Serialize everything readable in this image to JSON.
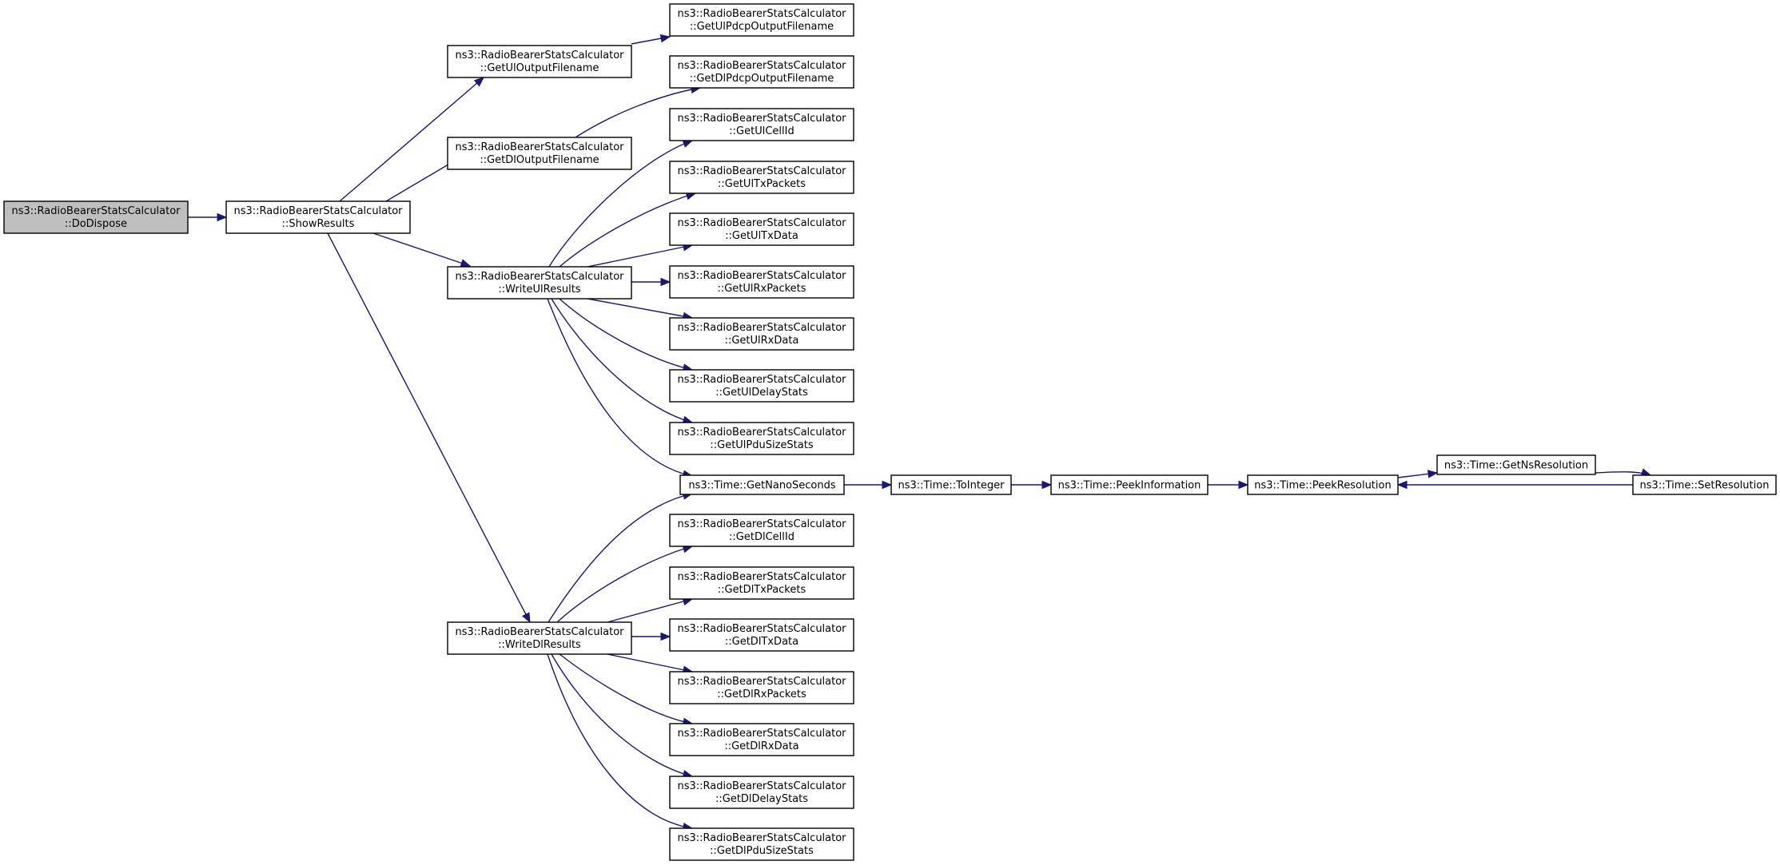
{
  "nodes": [
    {
      "id": "dodispose",
      "line1": "ns3::RadioBearerStatsCalculator",
      "line2": "::DoDispose",
      "root": true
    },
    {
      "id": "showresults",
      "line1": "ns3::RadioBearerStatsCalculator",
      "line2": "::ShowResults"
    },
    {
      "id": "getuloutputfilename",
      "line1": "ns3::RadioBearerStatsCalculator",
      "line2": "::GetUlOutputFilename"
    },
    {
      "id": "getdloutputfilename",
      "line1": "ns3::RadioBearerStatsCalculator",
      "line2": "::GetDlOutputFilename"
    },
    {
      "id": "writeulresults",
      "line1": "ns3::RadioBearerStatsCalculator",
      "line2": "::WriteUlResults"
    },
    {
      "id": "writedlresults",
      "line1": "ns3::RadioBearerStatsCalculator",
      "line2": "::WriteDlResults"
    },
    {
      "id": "getulpdcpoutputfilename",
      "line1": "ns3::RadioBearerStatsCalculator",
      "line2": "::GetUlPdcpOutputFilename"
    },
    {
      "id": "getdlpdcpoutputfilename",
      "line1": "ns3::RadioBearerStatsCalculator",
      "line2": "::GetDlPdcpOutputFilename"
    },
    {
      "id": "getulcellid",
      "line1": "ns3::RadioBearerStatsCalculator",
      "line2": "::GetUlCellId"
    },
    {
      "id": "getultxpackets",
      "line1": "ns3::RadioBearerStatsCalculator",
      "line2": "::GetUlTxPackets"
    },
    {
      "id": "getultxdata",
      "line1": "ns3::RadioBearerStatsCalculator",
      "line2": "::GetUlTxData"
    },
    {
      "id": "getulrxpackets",
      "line1": "ns3::RadioBearerStatsCalculator",
      "line2": "::GetUlRxPackets"
    },
    {
      "id": "getulrxdata",
      "line1": "ns3::RadioBearerStatsCalculator",
      "line2": "::GetUlRxData"
    },
    {
      "id": "getuldelaystats",
      "line1": "ns3::RadioBearerStatsCalculator",
      "line2": "::GetUlDelayStats"
    },
    {
      "id": "getulpdusizestats",
      "line1": "ns3::RadioBearerStatsCalculator",
      "line2": "::GetUlPduSizeStats"
    },
    {
      "id": "getnanoseconds",
      "line1": "ns3::Time::GetNanoSeconds",
      "line2": ""
    },
    {
      "id": "getdlcellid",
      "line1": "ns3::RadioBearerStatsCalculator",
      "line2": "::GetDlCellId"
    },
    {
      "id": "getdltxpackets",
      "line1": "ns3::RadioBearerStatsCalculator",
      "line2": "::GetDlTxPackets"
    },
    {
      "id": "getdltxdata",
      "line1": "ns3::RadioBearerStatsCalculator",
      "line2": "::GetDlTxData"
    },
    {
      "id": "getdlrxpackets",
      "line1": "ns3::RadioBearerStatsCalculator",
      "line2": "::GetDlRxPackets"
    },
    {
      "id": "getdlrxdata",
      "line1": "ns3::RadioBearerStatsCalculator",
      "line2": "::GetDlRxData"
    },
    {
      "id": "getdldelaystats",
      "line1": "ns3::RadioBearerStatsCalculator",
      "line2": "::GetDlDelayStats"
    },
    {
      "id": "getdlpdusizestats",
      "line1": "ns3::RadioBearerStatsCalculator",
      "line2": "::GetDlPduSizeStats"
    },
    {
      "id": "tointeger",
      "line1": "ns3::Time::ToInteger",
      "line2": ""
    },
    {
      "id": "peekinformation",
      "line1": "ns3::Time::PeekInformation",
      "line2": ""
    },
    {
      "id": "peekresolution",
      "line1": "ns3::Time::PeekResolution",
      "line2": ""
    },
    {
      "id": "getnsresolution",
      "line1": "ns3::Time::GetNsResolution",
      "line2": ""
    },
    {
      "id": "setresolution",
      "line1": "ns3::Time::SetResolution",
      "line2": ""
    }
  ],
  "edges": [
    {
      "from": "dodispose",
      "to": "showresults"
    },
    {
      "from": "showresults",
      "to": "getuloutputfilename"
    },
    {
      "from": "showresults",
      "to": "getdloutputfilename"
    },
    {
      "from": "showresults",
      "to": "writeulresults"
    },
    {
      "from": "showresults",
      "to": "writedlresults"
    },
    {
      "from": "getuloutputfilename",
      "to": "getulpdcpoutputfilename"
    },
    {
      "from": "getdloutputfilename",
      "to": "getdlpdcpoutputfilename"
    },
    {
      "from": "writeulresults",
      "to": "getulcellid"
    },
    {
      "from": "writeulresults",
      "to": "getultxpackets"
    },
    {
      "from": "writeulresults",
      "to": "getultxdata"
    },
    {
      "from": "writeulresults",
      "to": "getulrxpackets"
    },
    {
      "from": "writeulresults",
      "to": "getulrxdata"
    },
    {
      "from": "writeulresults",
      "to": "getuldelaystats"
    },
    {
      "from": "writeulresults",
      "to": "getulpdusizestats"
    },
    {
      "from": "writeulresults",
      "to": "getnanoseconds"
    },
    {
      "from": "writedlresults",
      "to": "getnanoseconds"
    },
    {
      "from": "writedlresults",
      "to": "getdlcellid"
    },
    {
      "from": "writedlresults",
      "to": "getdltxpackets"
    },
    {
      "from": "writedlresults",
      "to": "getdltxdata"
    },
    {
      "from": "writedlresults",
      "to": "getdlrxpackets"
    },
    {
      "from": "writedlresults",
      "to": "getdlrxdata"
    },
    {
      "from": "writedlresults",
      "to": "getdldelaystats"
    },
    {
      "from": "writedlresults",
      "to": "getdlpdusizestats"
    },
    {
      "from": "getnanoseconds",
      "to": "tointeger"
    },
    {
      "from": "tointeger",
      "to": "peekinformation"
    },
    {
      "from": "peekinformation",
      "to": "peekresolution"
    },
    {
      "from": "peekresolution",
      "to": "getnsresolution"
    },
    {
      "from": "getnsresolution",
      "to": "setresolution"
    },
    {
      "from": "setresolution",
      "to": "peekresolution"
    }
  ],
  "colors": {
    "edge": "#191970",
    "root_fill": "#bfbfbf",
    "node_fill": "#ffffff",
    "node_border": "#000000"
  }
}
